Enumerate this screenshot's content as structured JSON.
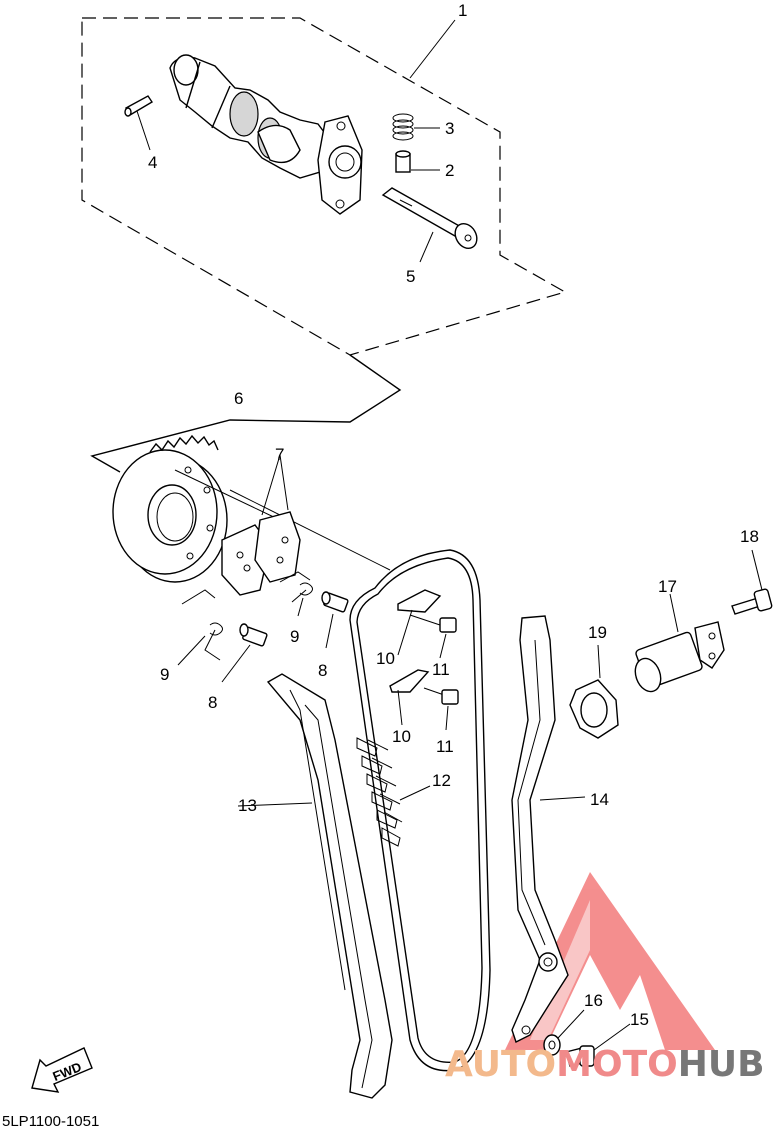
{
  "diagram": {
    "part_labels": [
      "1",
      "2",
      "3",
      "4",
      "5",
      "6",
      "7",
      "8",
      "8",
      "9",
      "9",
      "10",
      "10",
      "11",
      "11",
      "12",
      "13",
      "14",
      "15",
      "16",
      "17",
      "18",
      "19"
    ],
    "direction_marker": "FWD",
    "drawing_code": "5LP1100-1051"
  },
  "watermark": {
    "part1": "AUTO",
    "part2": "MOTO",
    "part3": "HUB",
    "colors": {
      "logo_red": "#f06a6a",
      "auto": "#f3b98c",
      "moto": "#f08a8a",
      "hub": "#777777"
    }
  }
}
